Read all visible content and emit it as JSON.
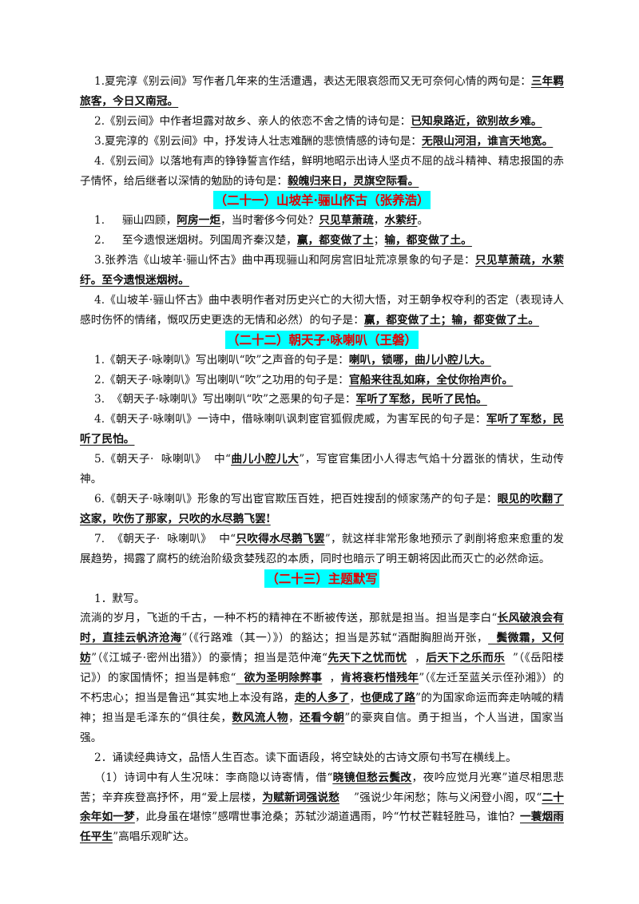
{
  "colors": {
    "heading_background": "#00ffff",
    "heading_text": "#e00000",
    "answer_text": "#111111"
  },
  "sections": [
    {
      "items": [
        {
          "segments": [
            {
              "t": "1.夏完淳《别云间》写作者几年来的生活遭遇，表达无限哀怨而又无可奈何心情的两句是："
            },
            {
              "t": "三年羁旅客，今日又南冠。",
              "answer": true
            }
          ]
        },
        {
          "segments": [
            {
              "t": "2.《别云间》中作者坦露对故乡、亲人的依恋不舍之情的诗句是："
            },
            {
              "t": "已知泉路近，欲别故乡难。",
              "answer": true
            }
          ]
        },
        {
          "segments": [
            {
              "t": "3.夏完淳的《别云间》中，抒发诗人壮志难酬的悲愤情感的诗句是："
            },
            {
              "t": "无限山河泪，谁言天地宽。",
              "answer": true
            }
          ]
        },
        {
          "segments": [
            {
              "t": "4.《别云间》以落地有声的铮铮誓言作结，鲜明地昭示出诗人坚贞不屈的战斗精神、精忠报国的赤子情怀，给后继者以深情的勉励的诗句是："
            },
            {
              "t": "毅魄归来日，灵旗空际看。",
              "answer": true
            }
          ]
        }
      ]
    },
    {
      "heading": "（二十一）山坡羊·骊山怀古（张养浩）",
      "items": [
        {
          "segments": [
            {
              "t": "1.     骊山四顾，"
            },
            {
              "t": "阿房一炬",
              "answer": true
            },
            {
              "t": "，当时奢侈今何处？"
            },
            {
              "t": "只见草萧疏",
              "answer": true
            },
            {
              "t": "，"
            },
            {
              "t": "水萦纡",
              "answer": true
            },
            {
              "t": "。"
            }
          ]
        },
        {
          "segments": [
            {
              "t": "2.     至今遗恨迷烟树。列国周齐秦汉楚，"
            },
            {
              "t": "赢，都变做了土",
              "answer": true
            },
            {
              "t": "；"
            },
            {
              "t": "输，都变做了土。",
              "answer": true
            }
          ]
        },
        {
          "segments": [
            {
              "t": "3.张养浩《山坡羊·骊山怀古》曲中再现骊山和阿房宫旧址荒凉景象的句子是："
            },
            {
              "t": "只见草萧疏，水萦纡。至今遗恨迷烟树。",
              "answer": true
            }
          ]
        },
        {
          "segments": [
            {
              "t": "4.《山坡羊·骊山怀古》曲中表明作者对历史兴亡的大彻大悟，对王朝争权夺利的否定（表现诗人感时伤怀的情绪，慨叹历史更迭的无情和必然）的句子是："
            },
            {
              "t": "赢，都变做了土；输，都变做了土。",
              "answer": true
            }
          ]
        }
      ]
    },
    {
      "heading": "（二十二）朝天子·咏喇叭（王磐）",
      "items": [
        {
          "segments": [
            {
              "t": "1.《朝天子·咏喇叭》写出喇叭“吹”之声音的句子是："
            },
            {
              "t": "喇叭，锁哪，曲儿小腔儿大。",
              "answer": true
            }
          ]
        },
        {
          "segments": [
            {
              "t": "2.《朝天子·咏喇叭》写出喇叭“吹”之功用的句子是："
            },
            {
              "t": "官船来往乱如麻，全仗你抬声价。",
              "answer": true
            }
          ]
        },
        {
          "segments": [
            {
              "t": "3.  《朝天子·咏喇叭》写出喇叭“吹”之恶果的句子是："
            },
            {
              "t": "军听了军愁，民听了民怕。",
              "answer": true
            }
          ]
        },
        {
          "segments": [
            {
              "t": "4.《朝天子·咏喇叭》一诗中，借咏喇叭讽刺宦官狐假虎威，为害军民的句子是："
            },
            {
              "t": "军听了军愁，民听了民怕。",
              "answer": true
            }
          ]
        },
        {
          "segments": [
            {
              "t": "5.《朝天子·  咏喇叭》  中“"
            },
            {
              "t": "曲儿小腔儿大",
              "answer": true
            },
            {
              "t": "”，写宦官集团小人得志气焰十分嚣张的情状，生动传神。"
            }
          ]
        },
        {
          "segments": [
            {
              "t": "6.《朝天子·咏喇叭》形象的写出宦官欺压百姓，把百姓搜刮的倾家荡产的句子是："
            },
            {
              "t": "眼见的吹翻了这家，吹伤了那家，只吹的水尽鹅飞罢!",
              "answer": true
            }
          ]
        },
        {
          "segments": [
            {
              "t": "7.  《朝天子·  咏喇叭》  中“"
            },
            {
              "t": "只吹得水尽鹅飞罢",
              "answer": true
            },
            {
              "t": "”，就这样非常形象地预示了剥削将愈来愈重的发展趋势，揭露了腐朽的统治阶级贪婪残忍的本质，同时也暗示了明王朝将因此而灭亡的必然命运。"
            }
          ]
        }
      ]
    },
    {
      "heading": "（二十三）主题默写",
      "items": [
        {
          "segments": [
            {
              "t": "1．默写。"
            }
          ]
        },
        {
          "kind": "passage",
          "segments": [
            {
              "t": "流淌的岁月，飞逝的千古，一种不朽的精神在不断被传送，那就是担当。担当是李白“"
            },
            {
              "t": "长风破浪会有时，直挂云帆济沧海",
              "answer": true
            },
            {
              "t": "”（《行路难（其一）》）的豁达；担当是苏轼“酒酣胸胆尚开张，"
            },
            {
              "t": "  鬓微霜，又何妨",
              "answer": true
            },
            {
              "t": "”（《江城子·密州出猎》）的豪情；担当是范仲淹“"
            },
            {
              "t": "先天下之忧而忧",
              "answer": true
            },
            {
              "t": "  ，"
            },
            {
              "t": "后天下之乐而乐",
              "answer": true
            },
            {
              "t": "  ”（《岳阳楼记》）的家国情怀；担当是韩愈“"
            },
            {
              "t": "  欲为圣明除弊事",
              "answer": true
            },
            {
              "t": "  ，"
            },
            {
              "t": "肯将衰朽惜残年",
              "answer": true
            },
            {
              "t": "”（《左迁至蓝关示侄孙湘》）的不朽忠心；担当是鲁迅“其实地上本没有路，"
            },
            {
              "t": "走的人多了",
              "answer": true
            },
            {
              "t": "，"
            },
            {
              "t": "也便成了路",
              "answer": true
            },
            {
              "t": "”的为国家命运而奔走呐喊的精神；担当是毛泽东的“俱往矣，"
            },
            {
              "t": "数风流人物",
              "answer": true
            },
            {
              "t": "，"
            },
            {
              "t": "还看今朝",
              "answer": true
            },
            {
              "t": "”的豪爽自信。勇于担当，个人当进，国家当强。"
            }
          ]
        },
        {
          "segments": [
            {
              "t": "2．诵读经典诗文，品悟人生百态。读下面语段，将空缺处的古诗文原句书写在横线上。"
            }
          ]
        },
        {
          "segments": [
            {
              "t": "（1）诗词中有人生况味：李商隐以诗寄情，借“"
            },
            {
              "t": "晓镜但愁云鬓改",
              "answer": true
            },
            {
              "t": "，夜吟应觉月光寒”道尽相思悲苦；辛弃疾登高抒怀，用“爱上层楼，"
            },
            {
              "t": "为赋新词强说愁",
              "answer": true
            },
            {
              "t": "    ”强说少年闲愁；陈与义闲登小阁，叹“"
            },
            {
              "t": "二十余年如一梦",
              "answer": true
            },
            {
              "t": "，此身虽在堪惊”感喟世事沧桑；苏轼沙湖道遇雨，吟“竹杖芒鞋轻胜马，谁怕？"
            },
            {
              "t": "一蓑烟雨任平生",
              "answer": true
            },
            {
              "t": "”高唱乐观旷达。"
            }
          ]
        }
      ]
    }
  ]
}
